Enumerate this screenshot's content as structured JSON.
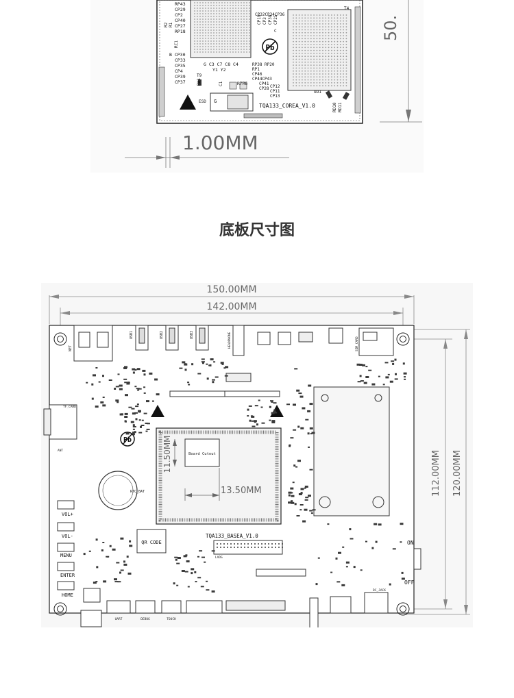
{
  "top_drawing": {
    "dimension_gap": "1.00MM",
    "side_dimension": "50.",
    "board_label": "TQA133_COREA_V1.0",
    "component_labels": {
      "col_left": [
        "RP43",
        "CP29",
        "CP2",
        "CP40",
        "CP27",
        "RP18"
      ],
      "col_left_2": [
        "B CP30",
        "CP33",
        "CP35",
        "CP4",
        "CP39",
        "CP37"
      ],
      "row_c": "G C3 C7 C8 C4",
      "row_y": "Y1 Y2",
      "cp_top": "CP32CP34CP36",
      "cp_vert": [
        "CP19",
        "CP3",
        "CP38",
        "CP25"
      ],
      "rp_block": [
        "RP38 RP20",
        "RP1",
        "CP46",
        "CP44CP43",
        "CP41",
        "CP28"
      ],
      "cp_vert_2": [
        "CP12",
        "CP11",
        "CP13"
      ],
      "misc": [
        "R2",
        "R1",
        "RC1",
        "T9",
        "RW1",
        "C1",
        "R7",
        "R6",
        "UD1",
        "RD10",
        "RD11",
        "T4",
        "C",
        "G"
      ]
    }
  },
  "section_title": "底板尺寸图",
  "bottom_drawing": {
    "width_outer": "150.00MM",
    "width_inner": "142.00MM",
    "height_inner": "112.00MM",
    "height_outer": "120.00MM",
    "cutout_width": "13.50MM",
    "cutout_height": "11.50MM",
    "cutout_label": "Board Cutout",
    "board_label": "TQA133_BASEA_V1.0",
    "qr_label": "QR CODE",
    "rtc_label": "RTC_BAT",
    "buttons": [
      "VOL+",
      "VOL-",
      "MENU",
      "ENTER",
      "HOME"
    ],
    "switch_on": "ON",
    "switch_off": "OFF",
    "connectors": [
      "NET",
      "USB1",
      "USB2",
      "USB3",
      "HEADPHONE",
      "TF_CARD",
      "SIM_CARD",
      "UART",
      "DEBUG",
      "TOUCH",
      "DC_JACK",
      "ANT",
      "LVDS"
    ]
  }
}
